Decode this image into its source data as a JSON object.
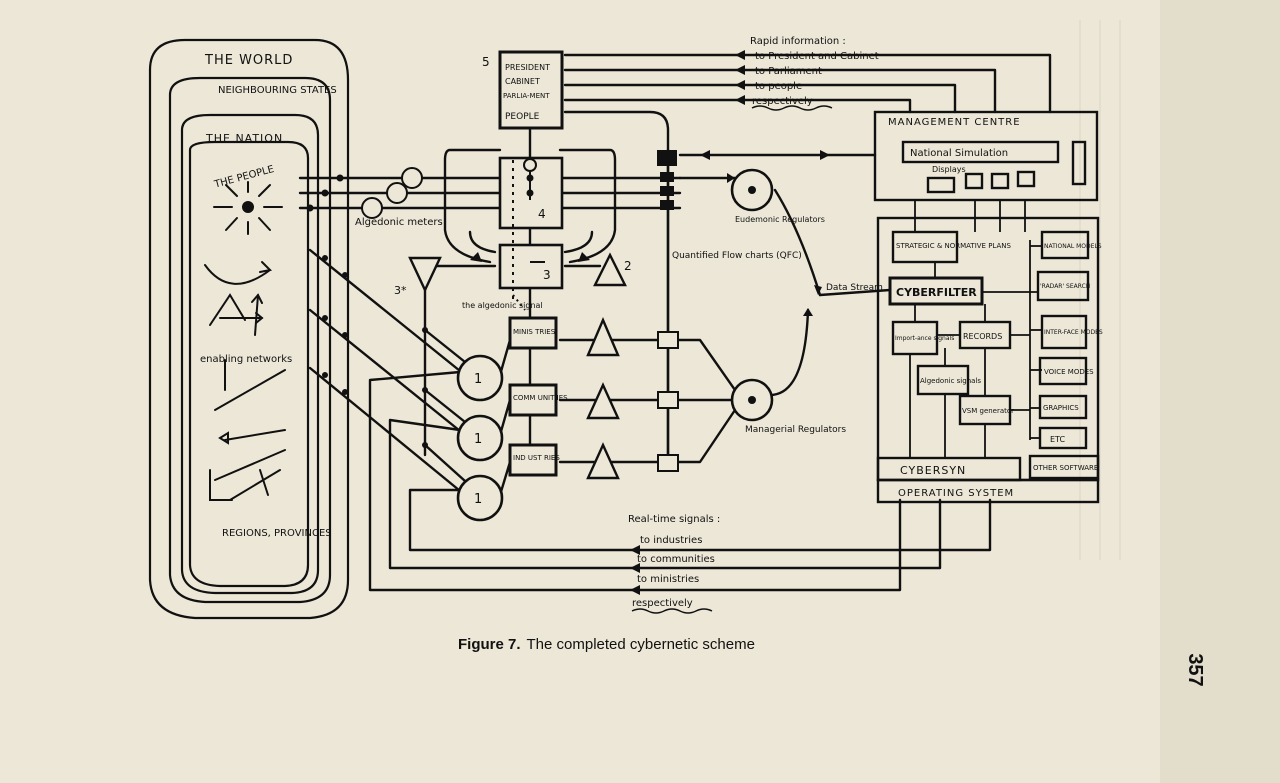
{
  "regions": {
    "world": "THE WORLD",
    "neighbours": "NEIGHBOURING STATES",
    "nation": "THE NATION",
    "people": "THE PEOPLE",
    "enabling": "enabling networks",
    "regions": "REGIONS, PROVINCES"
  },
  "system5": {
    "number": "5",
    "president": "PRESIDENT",
    "cabinet": "CABINET",
    "parliament": "PARLIA-MENT",
    "people": "PEOPLE"
  },
  "system4": "4",
  "system3": "3",
  "system3star": "3*",
  "system2": "2",
  "algedonic_meters": "Algedonic meters",
  "algedonic_signal": "the algedonic signal",
  "operations": {
    "ministries": "MINIS TRIES",
    "communities": "COMM UNIT IES",
    "industries": "IND UST RIES",
    "unit": "1"
  },
  "rapid_info": {
    "title": "Rapid information :",
    "lines": [
      "to President and Cabinet",
      "to Parliament",
      "to people",
      "respectively"
    ]
  },
  "management_centre": {
    "title": "MANAGEMENT CENTRE",
    "simulation": "National Simulation",
    "displays": "Displays"
  },
  "eudemonic": "Eudemonic Regulators",
  "qfc": "Quantified Flow charts (QFC)",
  "data_stream": "Data Stream",
  "managerial": "Managerial Regulators",
  "modules": {
    "strategic": "STRATEGIC & NORMATIVE PLANS",
    "national_models": "NATIONAL MODELS",
    "radar": "'RADAR' SEARCH",
    "cyberfilter": "CYBERFILTER",
    "importance": "Import-ance signals",
    "records": "RECORDS",
    "interface": "INTER-FACE MODES",
    "voice": "VOICE MODES",
    "algedonic_signals": "Algedonic signals",
    "vsm": "VSM generator",
    "graphics": "GRAPHICS",
    "etc": "ETC",
    "cybersyn": "CYBERSYN",
    "other_software": "OTHER SOFTWARE",
    "os": "OPERATING SYSTEM"
  },
  "realtime": {
    "title": "Real-time signals :",
    "lines": [
      "to industries",
      "to communities",
      "to ministries",
      "respectively"
    ]
  },
  "caption": {
    "label": "Figure 7.",
    "text": "The completed cybernetic scheme"
  },
  "page_number": "357"
}
